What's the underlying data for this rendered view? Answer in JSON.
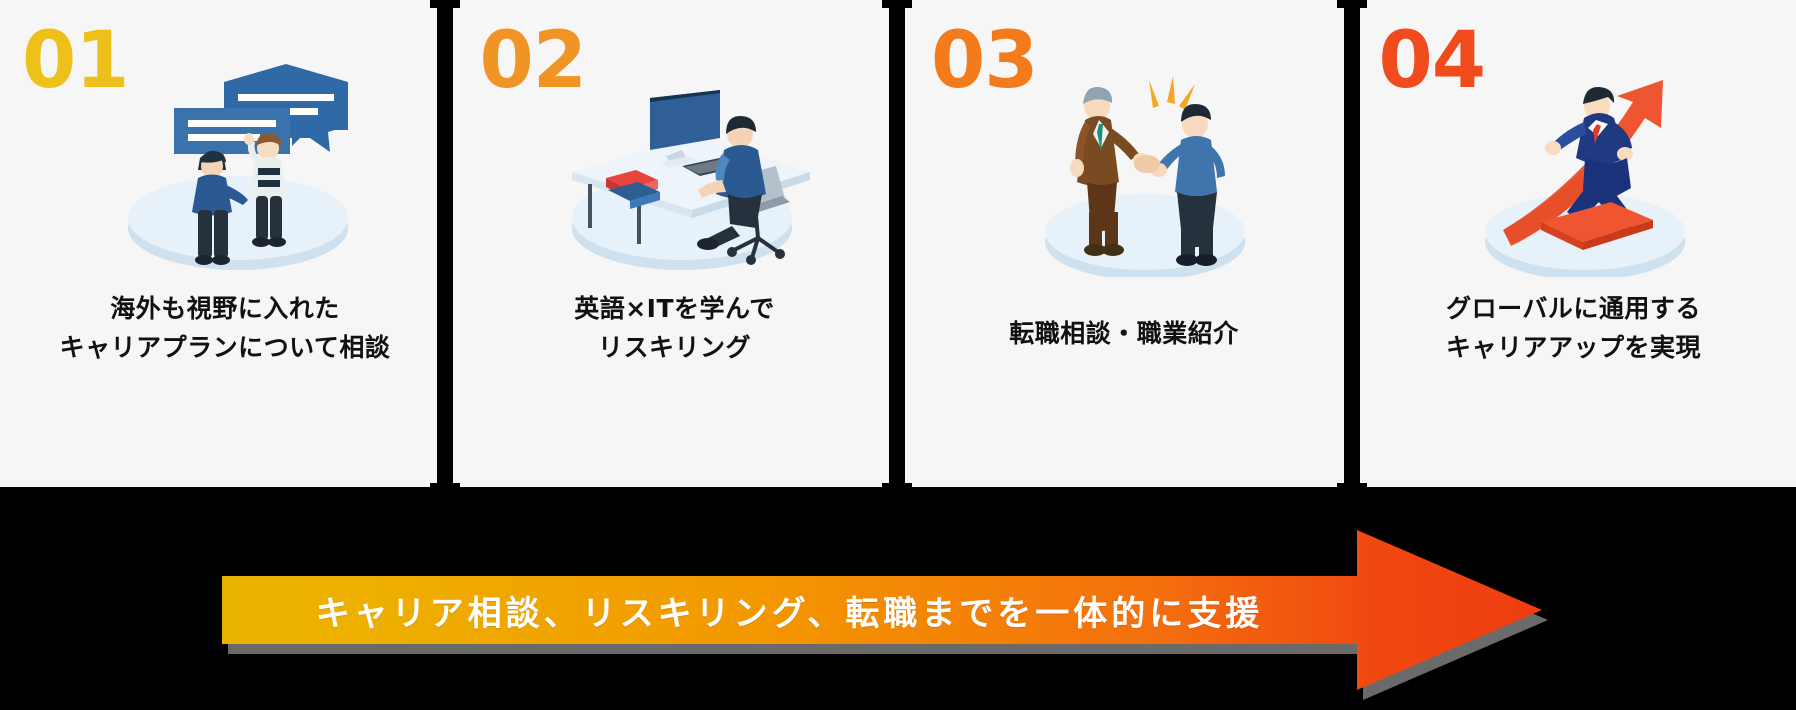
{
  "theme": {
    "panel_bg": "#f6f6f6",
    "band_bg": "#000000",
    "divider": "#000000",
    "caption_color": "#111111",
    "arrow_gradient_start": "#e8b400",
    "arrow_gradient_end": "#ee3d11",
    "arrow_text_color": "#ffffff",
    "disc_color": "#e2eef7"
  },
  "steps": [
    {
      "number": "01",
      "number_color": "#edc11a",
      "caption_line1": "海外も視野に入れた",
      "caption_line2": "キャリアプランについて相談",
      "illustration": "two-people-talking-with-speech-bubbles-illustration"
    },
    {
      "number": "02",
      "number_color": "#f09425",
      "caption_line1": "英語×ITを学んで",
      "caption_line2": "リスキリング",
      "illustration": "person-at-desk-with-monitor-illustration"
    },
    {
      "number": "03",
      "number_color": "#f37b1b",
      "caption_line1": "転職相談・職業紹介",
      "caption_line2": "",
      "illustration": "handshake-two-men-illustration"
    },
    {
      "number": "04",
      "number_color": "#ef4b1c",
      "caption_line1": "グローバルに通用する",
      "caption_line2": "キャリアアップを実現",
      "illustration": "businessman-surfing-rising-arrow-illustration"
    }
  ],
  "banner": {
    "text": "キャリア相談、リスキリング、転職までを一体的に支援",
    "shape": "right-arrow"
  }
}
